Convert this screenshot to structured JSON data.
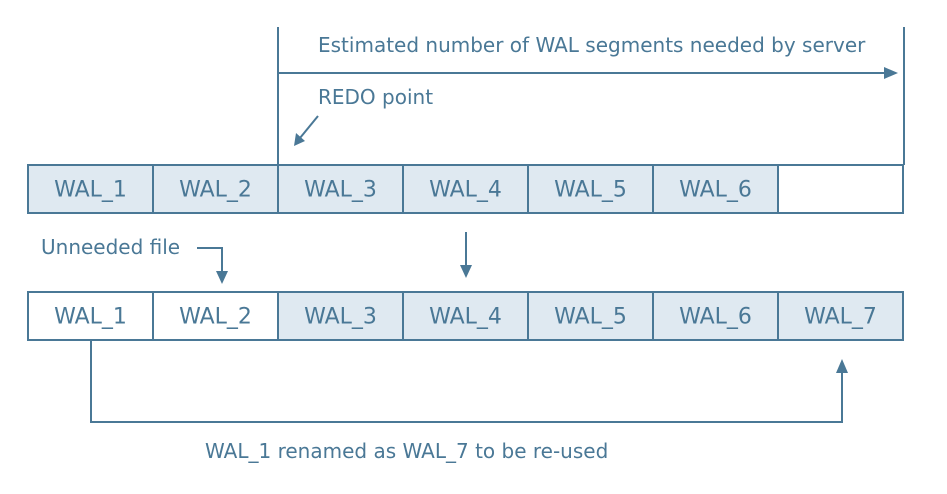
{
  "labels": {
    "estimate": "Estimated number of WAL segments needed by server",
    "redo_point": "REDO point",
    "unneeded_file": "Unneeded file",
    "renamed": "WAL_1 renamed as WAL_7 to be re-used"
  },
  "top_row": [
    {
      "label": "WAL_1",
      "state": "used"
    },
    {
      "label": "WAL_2",
      "state": "used"
    },
    {
      "label": "WAL_3",
      "state": "used"
    },
    {
      "label": "WAL_4",
      "state": "used"
    },
    {
      "label": "WAL_5",
      "state": "used"
    },
    {
      "label": "WAL_6",
      "state": "used"
    },
    {
      "label": "",
      "state": "free"
    }
  ],
  "bottom_row": [
    {
      "label": "WAL_1",
      "state": "free"
    },
    {
      "label": "WAL_2",
      "state": "free"
    },
    {
      "label": "WAL_3",
      "state": "used"
    },
    {
      "label": "WAL_4",
      "state": "used"
    },
    {
      "label": "WAL_5",
      "state": "used"
    },
    {
      "label": "WAL_6",
      "state": "used"
    },
    {
      "label": "WAL_7",
      "state": "used"
    }
  ],
  "colors": {
    "stroke": "#4a7896",
    "used_fill": "#dfe9f1",
    "free_fill": "#ffffff"
  }
}
